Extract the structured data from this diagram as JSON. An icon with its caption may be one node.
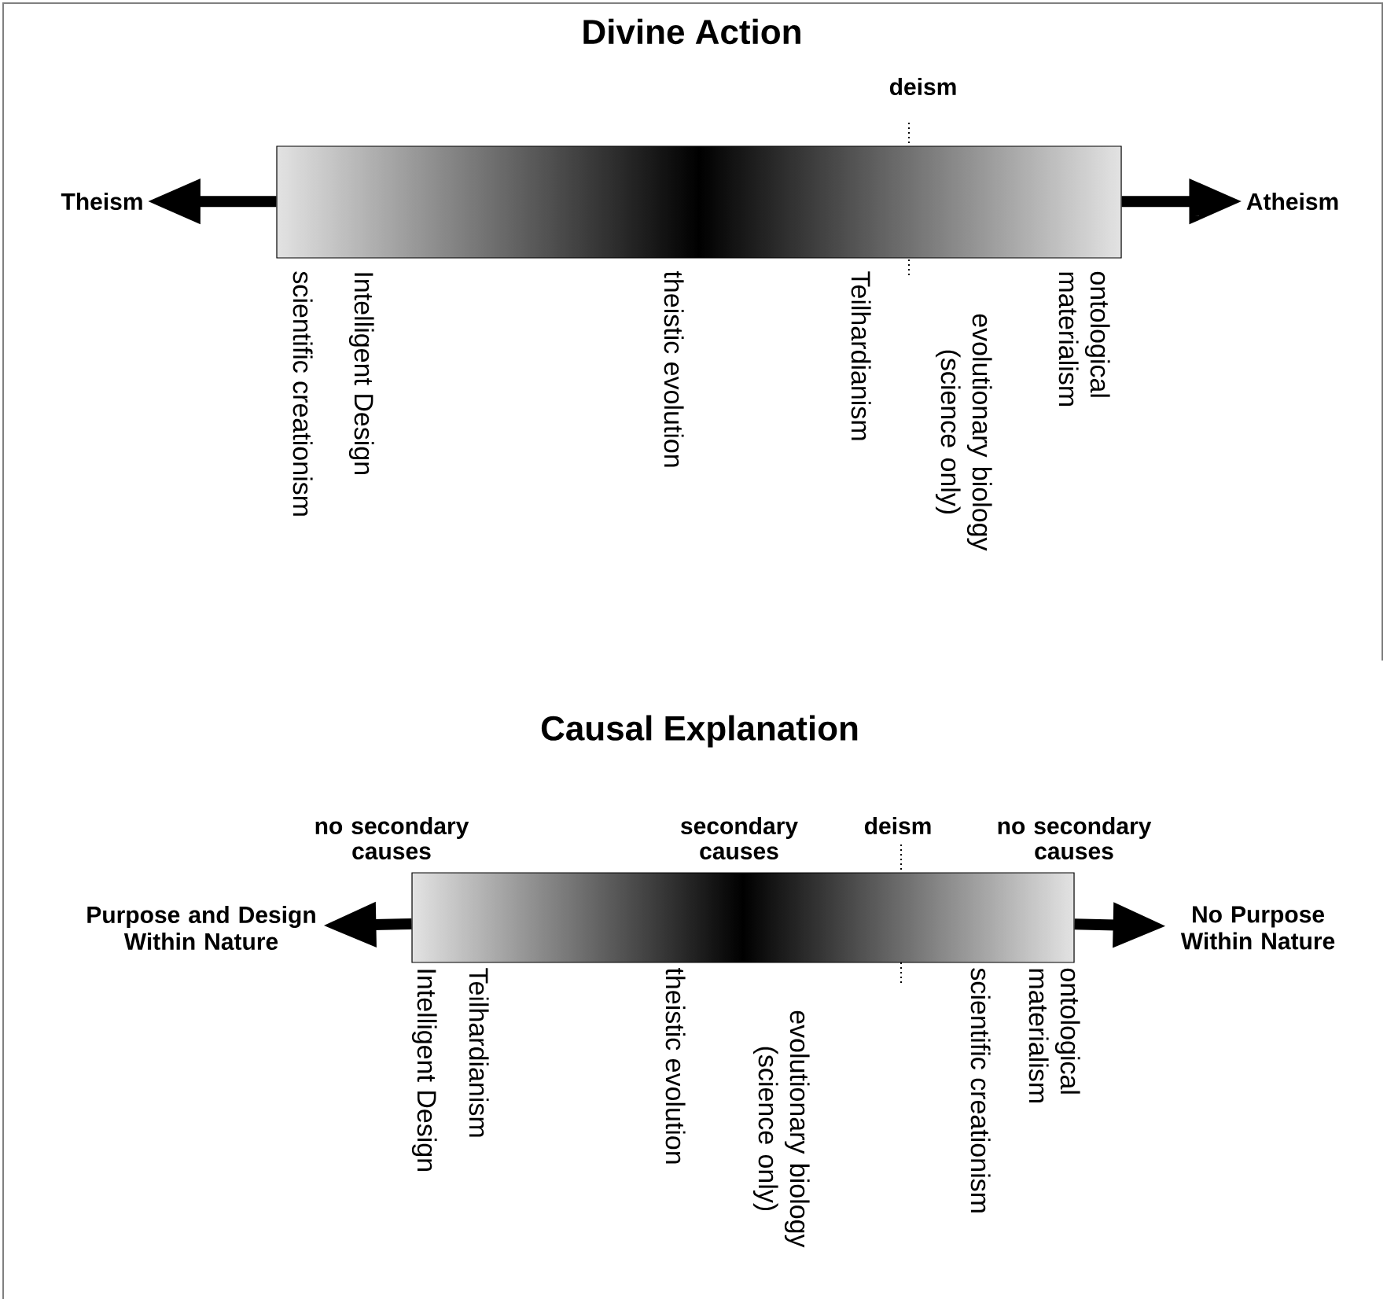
{
  "diagram": {
    "nodes": [
      {
        "text": [],
        "shape": "bar"
      },
      {
        "text": [
          "Theism"
        ]
      },
      {
        "text": [
          "Atheism"
        ]
      },
      {
        "text": [],
        "shape": "bar"
      },
      {
        "text": [
          "Purpose and Design Within Nature"
        ]
      },
      {
        "text": [
          "No Purpose Within Nature"
        ]
      }
    ],
    "edges": [
      {
        "from": 0,
        "to": 1,
        "arrow": "to"
      },
      {
        "from": 0,
        "to": 2,
        "arrow": "to"
      },
      {
        "from": 3,
        "to": 4,
        "arrow": "to"
      },
      {
        "from": 3,
        "to": 5,
        "arrow": "to"
      }
    ],
    "labels": [
      "Divine Action",
      "deism",
      "scientific creationism",
      "Intelligent Design",
      "theistic evolution",
      "Teilhardianism",
      "evolutionary biology (science only)",
      "ontological materialism",
      "Causal Explanation",
      "no secondary causes",
      "secondary causes",
      "deism",
      "no secondary causes",
      "Intelligent Design",
      "Teilhardianism",
      "theistic evolution",
      "evolutionary biology (science only)",
      "scientific creationism",
      "ontological materialism"
    ]
  }
}
